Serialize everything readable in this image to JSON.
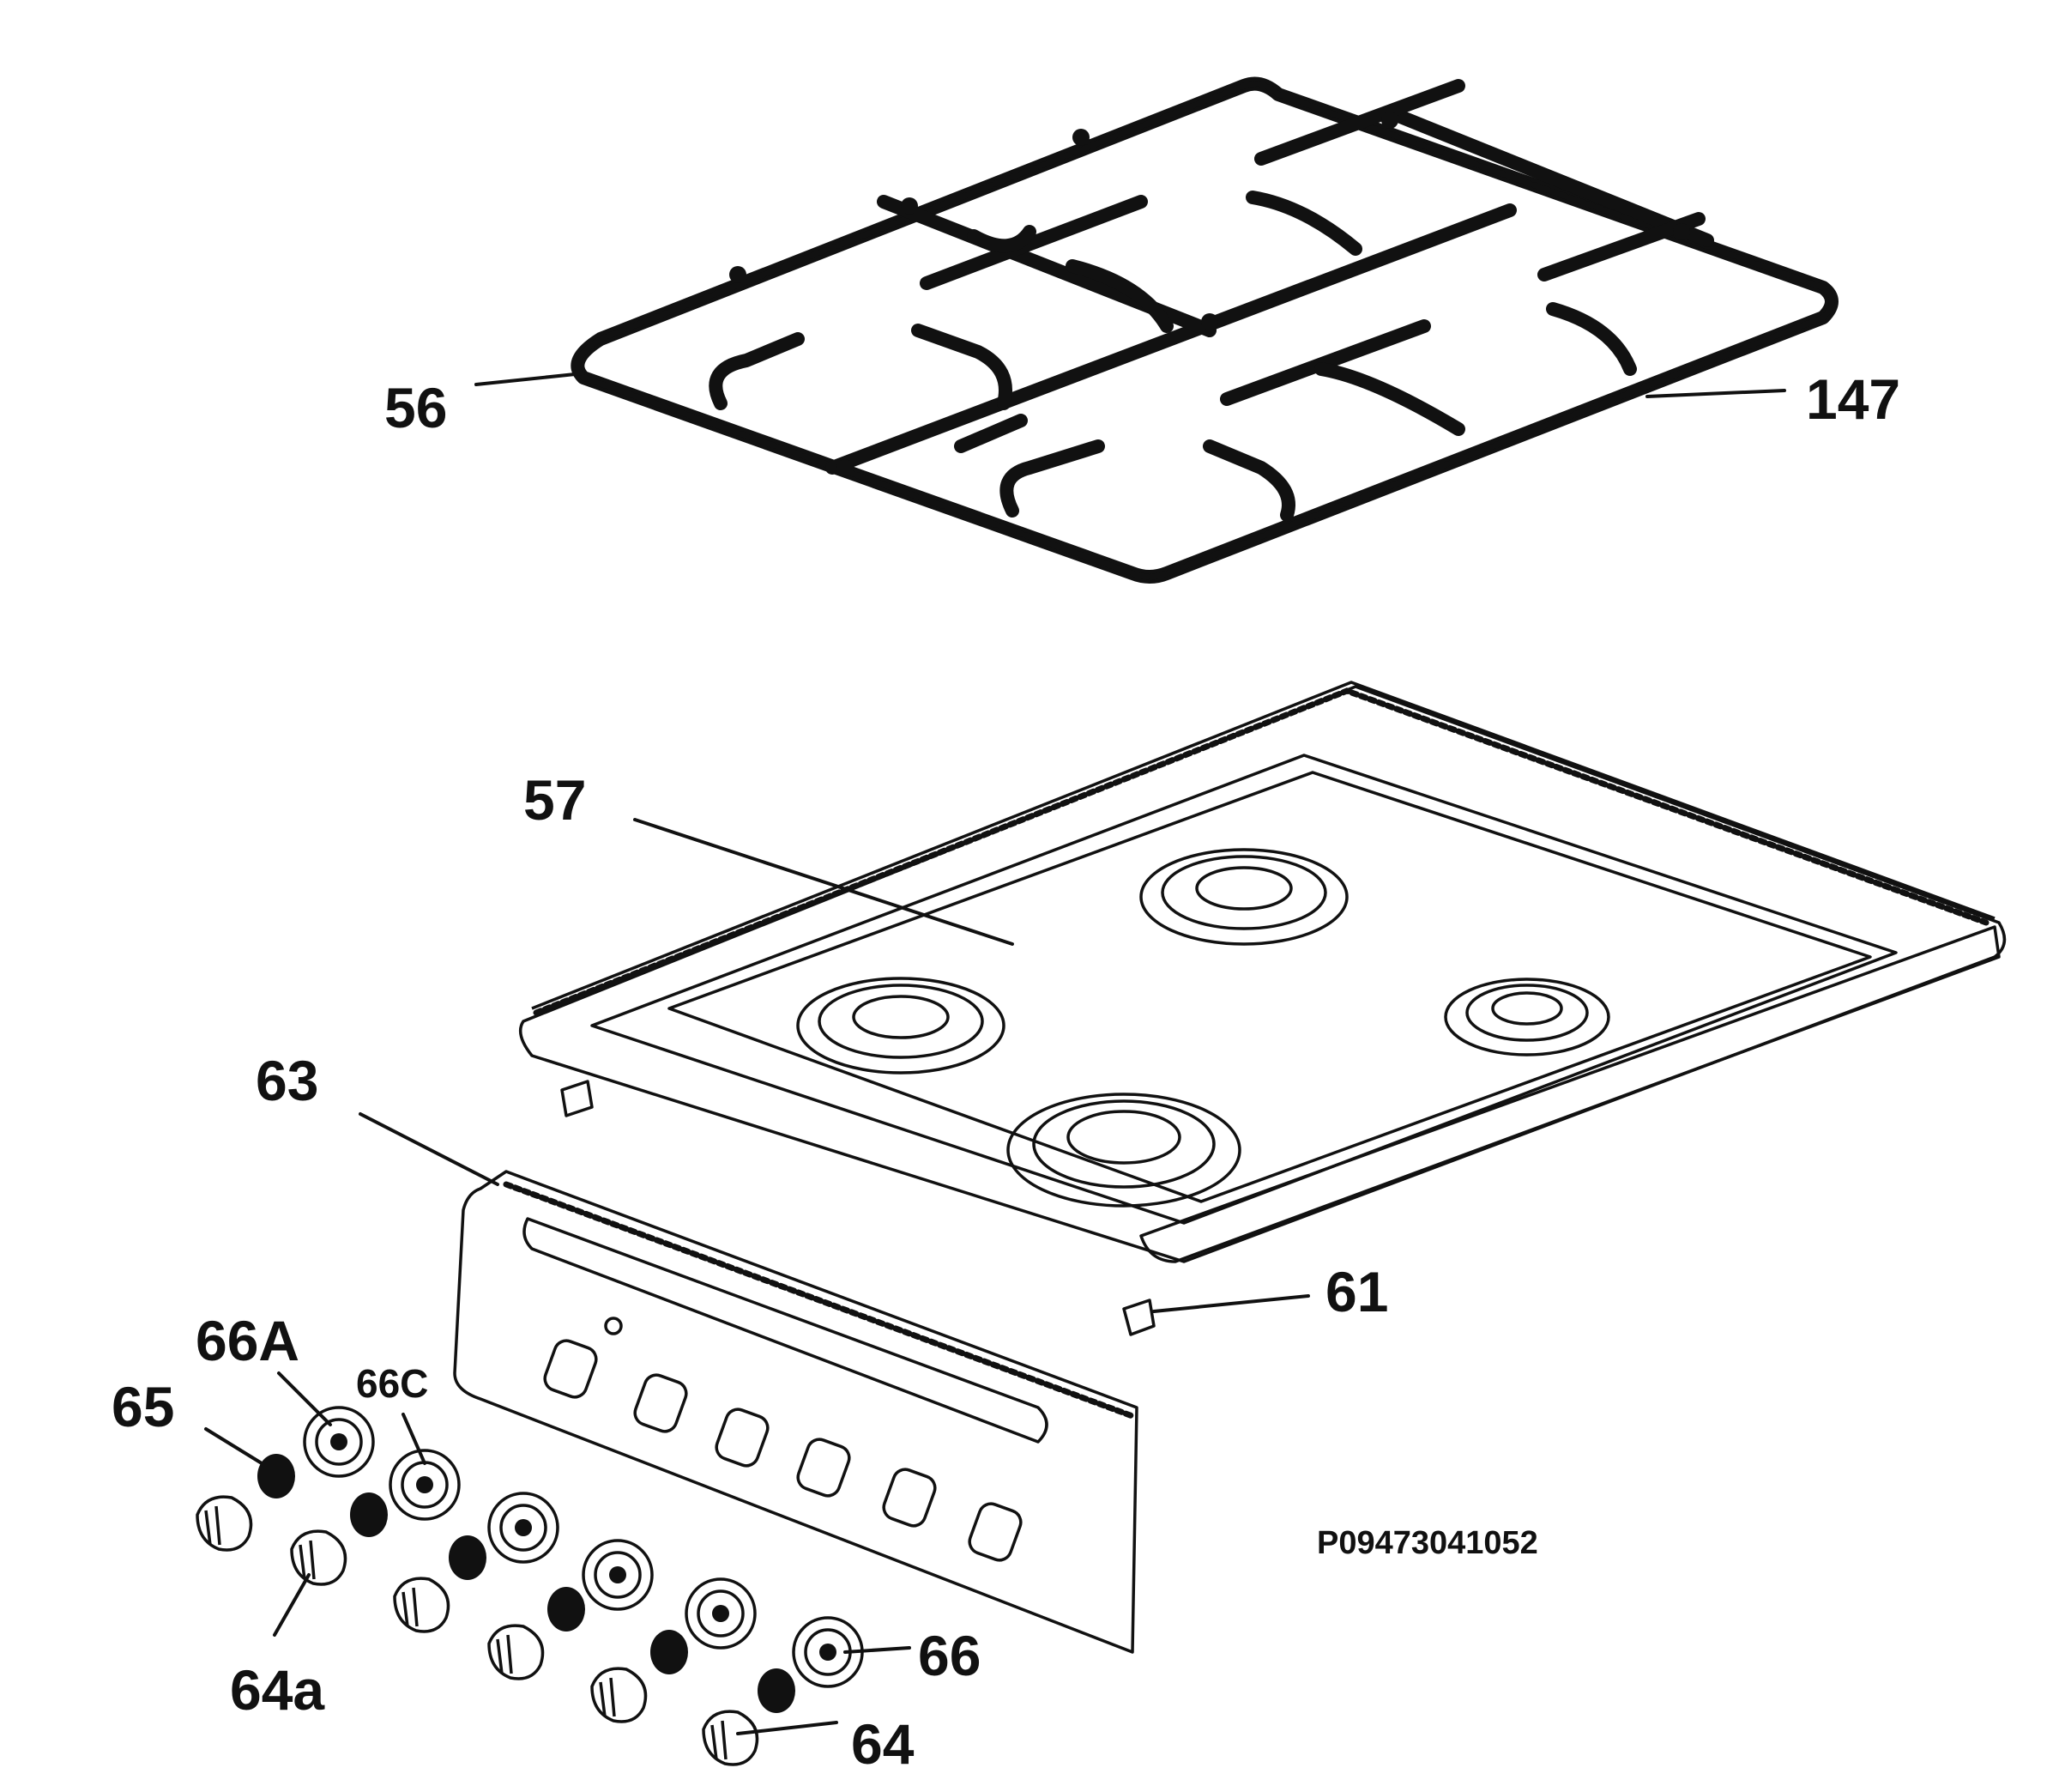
{
  "labels": {
    "l56": "56",
    "l147": "147",
    "l57": "57",
    "l63": "63",
    "l61": "61",
    "l66A": "66A",
    "l65": "65",
    "l66C": "66C",
    "l64a": "64a",
    "l66": "66",
    "l64": "64"
  },
  "drawing_code": "P09473041052"
}
